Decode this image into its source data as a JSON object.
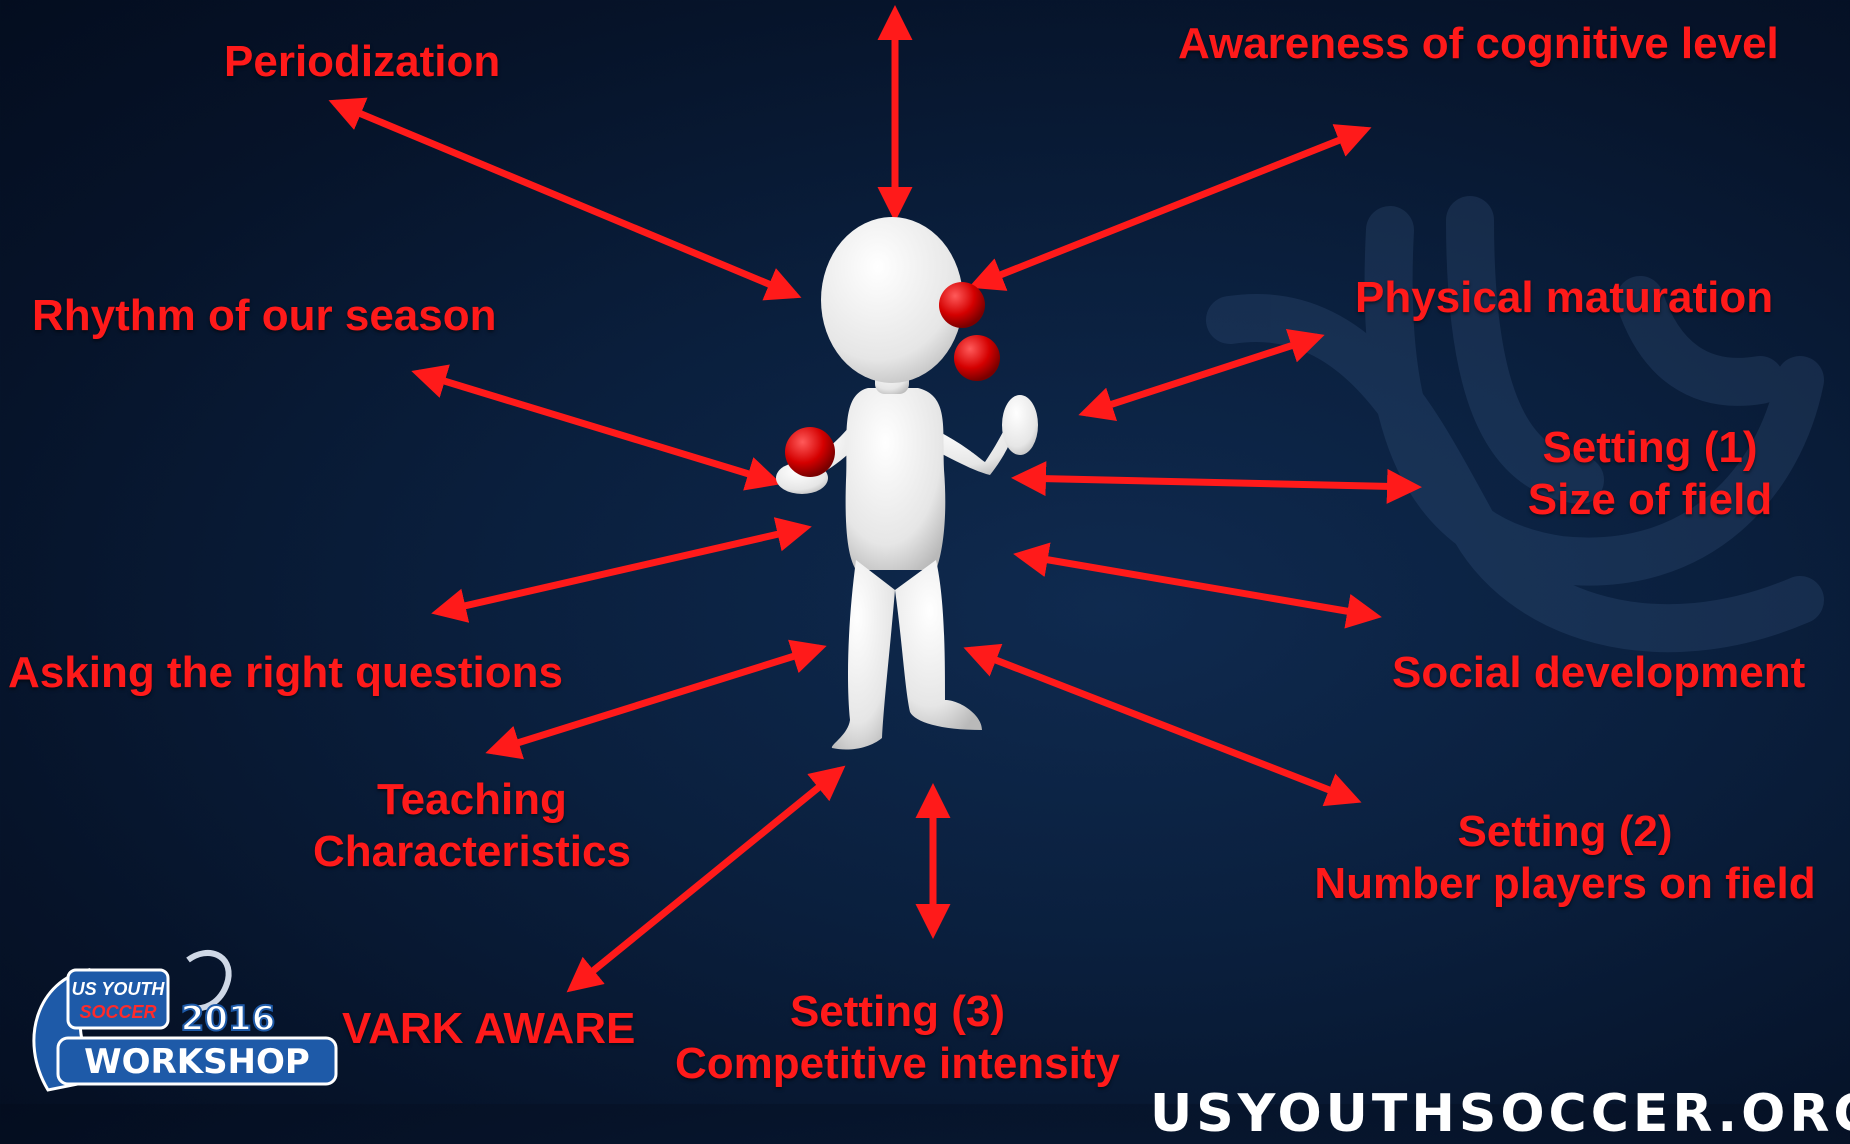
{
  "labels": {
    "periodization": "Periodization",
    "awareness": "Awareness of cognitive  level",
    "rhythm": "Rhythm of our season",
    "physical": "Physical maturation",
    "setting1_line1": "Setting (1)",
    "setting1_line2": "Size of field",
    "asking": "Asking the right questions",
    "social": "Social development",
    "teaching_line1": "Teaching",
    "teaching_line2": "Characteristics",
    "setting2_line1": "Setting (2)",
    "setting2_line2": "Number players on field",
    "vark": "VARK AWARE",
    "setting3_line1": "Setting (3)",
    "setting3_line2": "Competitive intensity"
  },
  "logo": {
    "line1": "US YOUTH",
    "line2": "SOCCER",
    "year": "2016",
    "word": "WORKSHOP"
  },
  "footer": {
    "url": "USYOUTHSOCCER.ORG"
  },
  "colors": {
    "accent": "#ff1a1a",
    "background": "#0a1f3d",
    "figure": "#f2f2f2",
    "ball": "#d40000"
  }
}
